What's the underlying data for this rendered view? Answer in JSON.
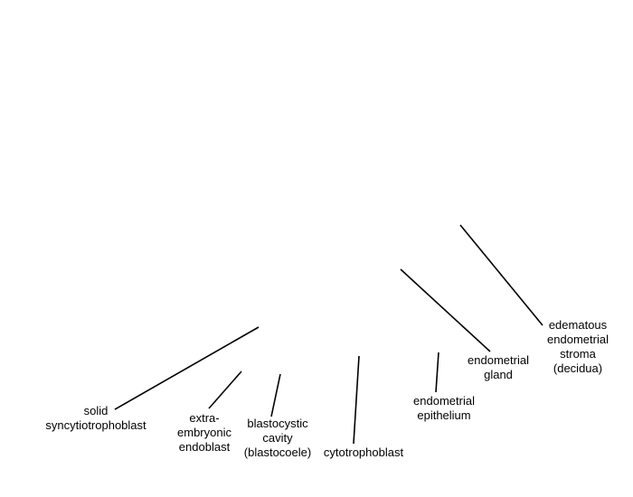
{
  "colors": {
    "background": "#ffffff",
    "line": "#000000",
    "text": "#000000"
  },
  "labels": {
    "solid_syncytiotrophoblast": [
      "solid",
      "syncytiotrophoblast"
    ],
    "extra_embryonic_endoblast": [
      "extra-",
      "embryonic",
      "endoblast"
    ],
    "blastocystic_cavity": [
      "blastocystic",
      "cavity",
      "(blastocoele)"
    ],
    "cytotrophoblast": [
      "cytotrophoblast"
    ],
    "endometrial_epithelium": [
      "endometrial",
      "epithelium"
    ],
    "endometrial_gland": [
      "endometrial",
      "gland"
    ],
    "edematous_endometrial_stroma": [
      "edematous",
      "endometrial",
      "stroma",
      "(decidua)"
    ]
  }
}
